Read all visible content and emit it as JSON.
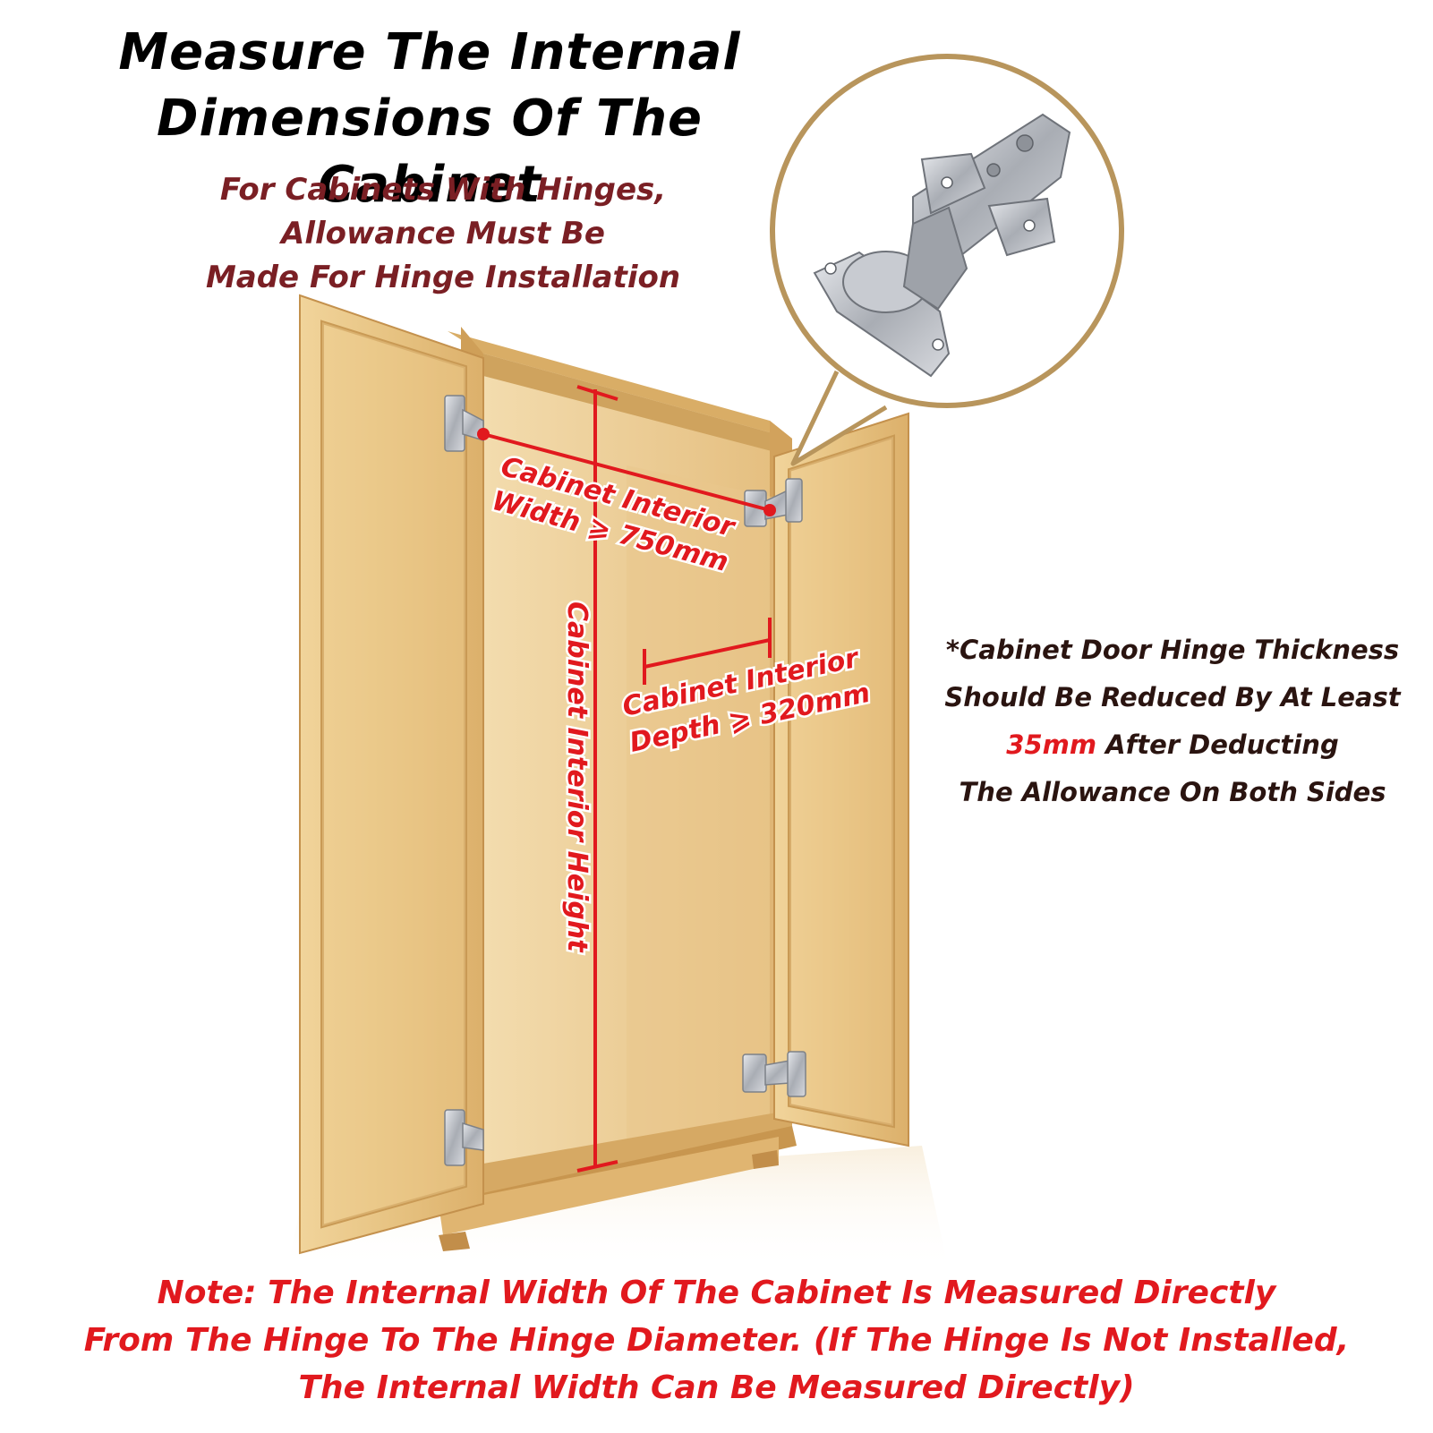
{
  "title": {
    "line1": "Measure The Internal",
    "line2": "Dimensions Of The Cabinet"
  },
  "subtitle": {
    "line1": "For Cabinets With Hinges,",
    "line2": "Allowance Must Be",
    "line3": "Made For Hinge Installation"
  },
  "dimensions": {
    "width_line1": "Cabinet Interior",
    "width_line2": "Width ⩾ 750mm",
    "height": "Cabinet Interior Height",
    "depth_line1": "Cabinet Interior",
    "depth_line2": "Depth ⩾ 320mm"
  },
  "side_note": {
    "line1": "*Cabinet Door Hinge Thickness",
    "line2": "Should Be Reduced By At Least",
    "highlight": "35mm",
    "line3_rest": " After Deducting",
    "line4": "The Allowance On Both Sides"
  },
  "bottom_note": {
    "line1": "Note: The Internal Width Of The Cabinet Is Measured Directly",
    "line2": "From The Hinge To The Hinge Diameter. (If The Hinge Is Not Installed,",
    "line3": "The Internal Width Can Be Measured Directly)"
  },
  "colors": {
    "accent_red": "#e1191e",
    "subtitle_maroon": "#7a1f24",
    "wood": "#e9c88b",
    "wood_dark": "#c99a55",
    "callout_gold": "#b8955c",
    "hinge_steel": "#b9bcc2"
  }
}
